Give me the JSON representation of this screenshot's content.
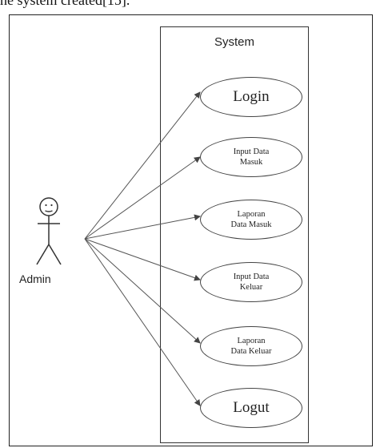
{
  "page": {
    "top_text": "he system created[15]."
  },
  "diagram": {
    "system_title": "System",
    "actor": {
      "label": "Admin",
      "icon": "stick-figure-icon"
    },
    "use_cases": [
      {
        "id": "login",
        "label": "Login"
      },
      {
        "id": "input-data-masuk",
        "label": "Input Data\nMasuk"
      },
      {
        "id": "laporan-data-masuk",
        "label": "Laporan\nData Masuk"
      },
      {
        "id": "input-data-keluar",
        "label": "Input Data\nKeluar"
      },
      {
        "id": "laporan-data-keluar",
        "label": "Laporan\nData Keluar"
      },
      {
        "id": "logut",
        "label": "Logut"
      }
    ]
  }
}
